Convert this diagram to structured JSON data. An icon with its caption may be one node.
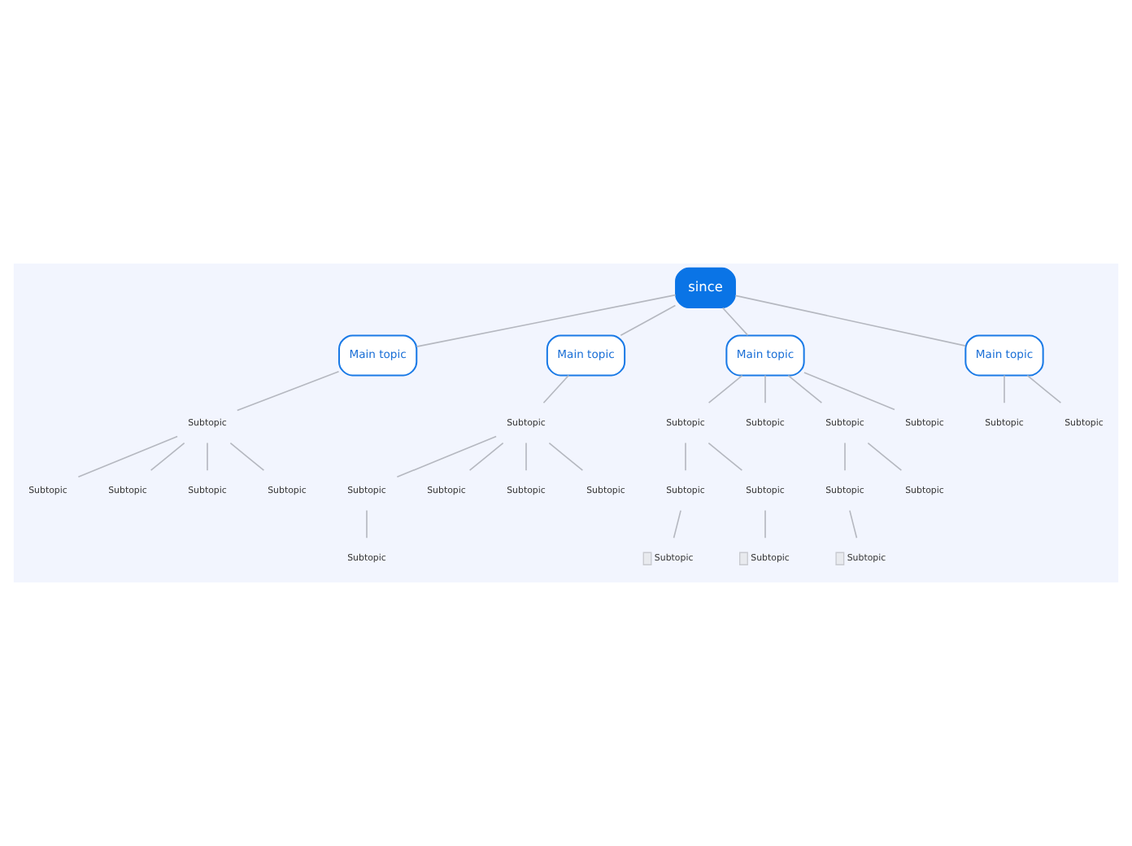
{
  "diagram": {
    "nodes": [
      {
        "text": [
          "since"
        ]
      },
      {
        "text": [
          "Main topic"
        ]
      },
      {
        "text": [
          "Subtopic"
        ]
      },
      {
        "text": [
          "Subtopic"
        ]
      },
      {
        "text": [
          "Subtopic"
        ]
      },
      {
        "text": [
          "Subtopic"
        ]
      },
      {
        "text": [
          "Subtopic"
        ]
      },
      {
        "text": [
          "Main topic"
        ]
      },
      {
        "text": [
          "Subtopic"
        ]
      },
      {
        "text": [
          "Subtopic"
        ]
      },
      {
        "text": [
          "Subtopic"
        ]
      },
      {
        "text": [
          "Subtopic"
        ]
      },
      {
        "text": [
          "Subtopic"
        ]
      },
      {
        "text": [
          "Subtopic"
        ]
      },
      {
        "text": [
          "Main topic"
        ]
      },
      {
        "text": [
          "Subtopic"
        ]
      },
      {
        "text": [
          "Subtopic"
        ]
      },
      {
        "text": [
          "Subtopic"
        ]
      },
      {
        "text": [
          "Subtopic"
        ]
      },
      {
        "text": [
          "Subtopic"
        ]
      },
      {
        "text": [
          "Subtopic"
        ]
      },
      {
        "text": [
          "Subtopic"
        ]
      },
      {
        "text": [
          "Subtopic"
        ]
      },
      {
        "text": [
          "Subtopic"
        ]
      },
      {
        "text": [
          "Subtopic"
        ]
      },
      {
        "text": [
          "Subtopic"
        ]
      },
      {
        "text": [
          "Main topic"
        ]
      },
      {
        "text": [
          "Subtopic"
        ]
      },
      {
        "text": [
          "Subtopic"
        ]
      }
    ],
    "edges": [
      {
        "from": 0,
        "to": 1,
        "arrow": "none"
      },
      {
        "from": 1,
        "to": 2,
        "arrow": "none"
      },
      {
        "from": 2,
        "to": 3,
        "arrow": "none"
      },
      {
        "from": 2,
        "to": 4,
        "arrow": "none"
      },
      {
        "from": 2,
        "to": 5,
        "arrow": "none"
      },
      {
        "from": 2,
        "to": 6,
        "arrow": "none"
      },
      {
        "from": 0,
        "to": 7,
        "arrow": "none"
      },
      {
        "from": 7,
        "to": 8,
        "arrow": "none"
      },
      {
        "from": 8,
        "to": 9,
        "arrow": "none"
      },
      {
        "from": 8,
        "to": 10,
        "arrow": "none"
      },
      {
        "from": 8,
        "to": 11,
        "arrow": "none"
      },
      {
        "from": 8,
        "to": 12,
        "arrow": "none"
      },
      {
        "from": 9,
        "to": 13,
        "arrow": "none"
      },
      {
        "from": 0,
        "to": 14,
        "arrow": "none"
      },
      {
        "from": 14,
        "to": 15,
        "arrow": "none"
      },
      {
        "from": 14,
        "to": 16,
        "arrow": "none"
      },
      {
        "from": 14,
        "to": 17,
        "arrow": "none"
      },
      {
        "from": 14,
        "to": 18,
        "arrow": "none"
      },
      {
        "from": 15,
        "to": 19,
        "arrow": "none"
      },
      {
        "from": 15,
        "to": 20,
        "arrow": "none"
      },
      {
        "from": 19,
        "to": 21,
        "arrow": "none"
      },
      {
        "from": 20,
        "to": 22,
        "arrow": "none"
      },
      {
        "from": 17,
        "to": 23,
        "arrow": "none"
      },
      {
        "from": 17,
        "to": 24,
        "arrow": "none"
      },
      {
        "from": 23,
        "to": 25,
        "arrow": "none"
      },
      {
        "from": 0,
        "to": 26,
        "arrow": "none"
      },
      {
        "from": 26,
        "to": 27,
        "arrow": "none"
      },
      {
        "from": 26,
        "to": 28,
        "arrow": "none"
      }
    ]
  }
}
